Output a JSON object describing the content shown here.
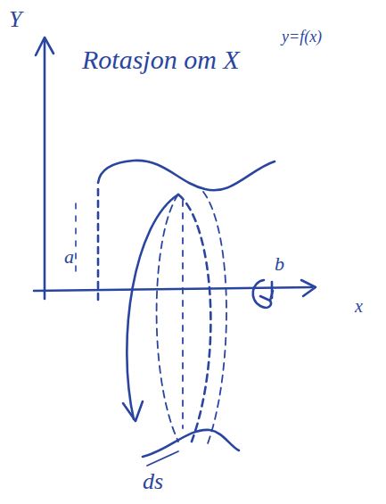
{
  "diagram": {
    "title": "Rotasjon om X",
    "labels": [
      "Y",
      "y=f(x)",
      "a",
      "b",
      "x",
      "ds"
    ]
  }
}
